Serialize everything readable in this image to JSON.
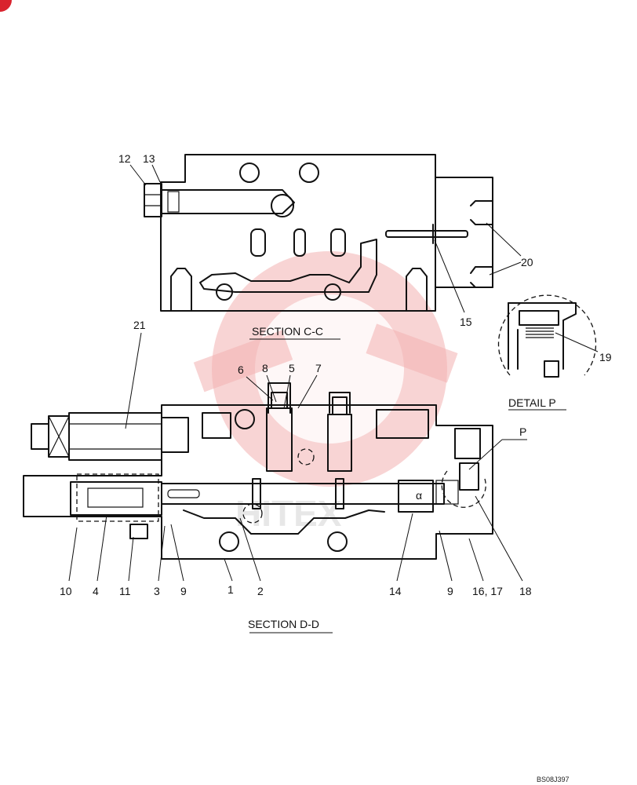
{
  "sections": {
    "cc": "SECTION  C-C",
    "dd": "SECTION  D-D",
    "detail": "DETAIL  P"
  },
  "callouts": {
    "c12": "12",
    "c13": "13",
    "c20": "20",
    "c15": "15",
    "c19": "19",
    "c21": "21",
    "c6": "6",
    "c8": "8",
    "c5": "5",
    "c7": "7",
    "cP": "P",
    "c10": "10",
    "c4": "4",
    "c11": "11",
    "c3": "3",
    "c9a": "9",
    "c1": "1",
    "c2": "2",
    "c14": "14",
    "c9b": "9",
    "c1617": "16, 17",
    "c18": "18"
  },
  "inner_marks": {
    "alpha": "α"
  },
  "drawing_code": "BS08J397",
  "watermark": {
    "text": "HITEX",
    "color": "#f3b0b0"
  },
  "corner_badge_color": "#d9232e"
}
